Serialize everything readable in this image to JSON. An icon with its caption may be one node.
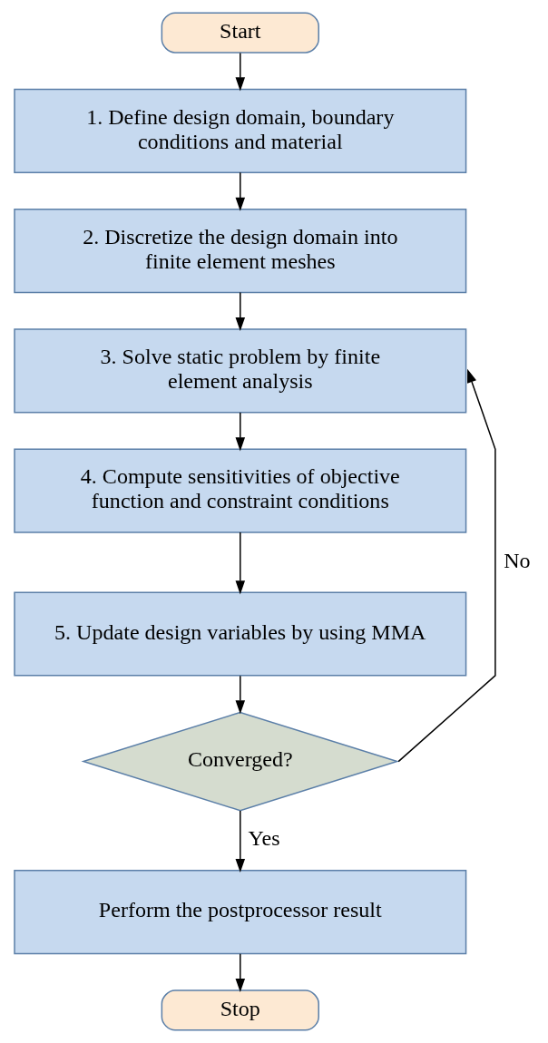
{
  "diagram": {
    "nodes": [
      {
        "text": [
          "Start"
        ]
      },
      {
        "text": [
          "1. Define design domain, boundary conditions and material"
        ]
      },
      {
        "text": [
          "2. Discretize the design domain into finite element meshes"
        ]
      },
      {
        "text": [
          "3. Solve static problem by finite element analysis"
        ]
      },
      {
        "text": [
          "4. Compute sensitivities of objective function and constraint conditions"
        ]
      },
      {
        "text": [
          "5. Update design variables by using MMA"
        ]
      },
      {
        "text": [
          "Converged?"
        ]
      },
      {
        "text": [
          "Perform the postprocessor result"
        ]
      },
      {
        "text": [
          "Stop"
        ]
      }
    ],
    "edges": [
      {
        "from": 0,
        "to": 1,
        "arrow": "to"
      },
      {
        "from": 1,
        "to": 2,
        "arrow": "to"
      },
      {
        "from": 2,
        "to": 3,
        "arrow": "to"
      },
      {
        "from": 3,
        "to": 4,
        "arrow": "to"
      },
      {
        "from": 4,
        "to": 5,
        "arrow": "to"
      },
      {
        "from": 5,
        "to": 6,
        "arrow": "to"
      },
      {
        "from": 6,
        "to": 7,
        "arrow": "to",
        "label": "Yes"
      },
      {
        "from": 6,
        "to": 3,
        "arrow": "to",
        "label": "No"
      },
      {
        "from": 7,
        "to": 8,
        "arrow": "to"
      }
    ]
  }
}
